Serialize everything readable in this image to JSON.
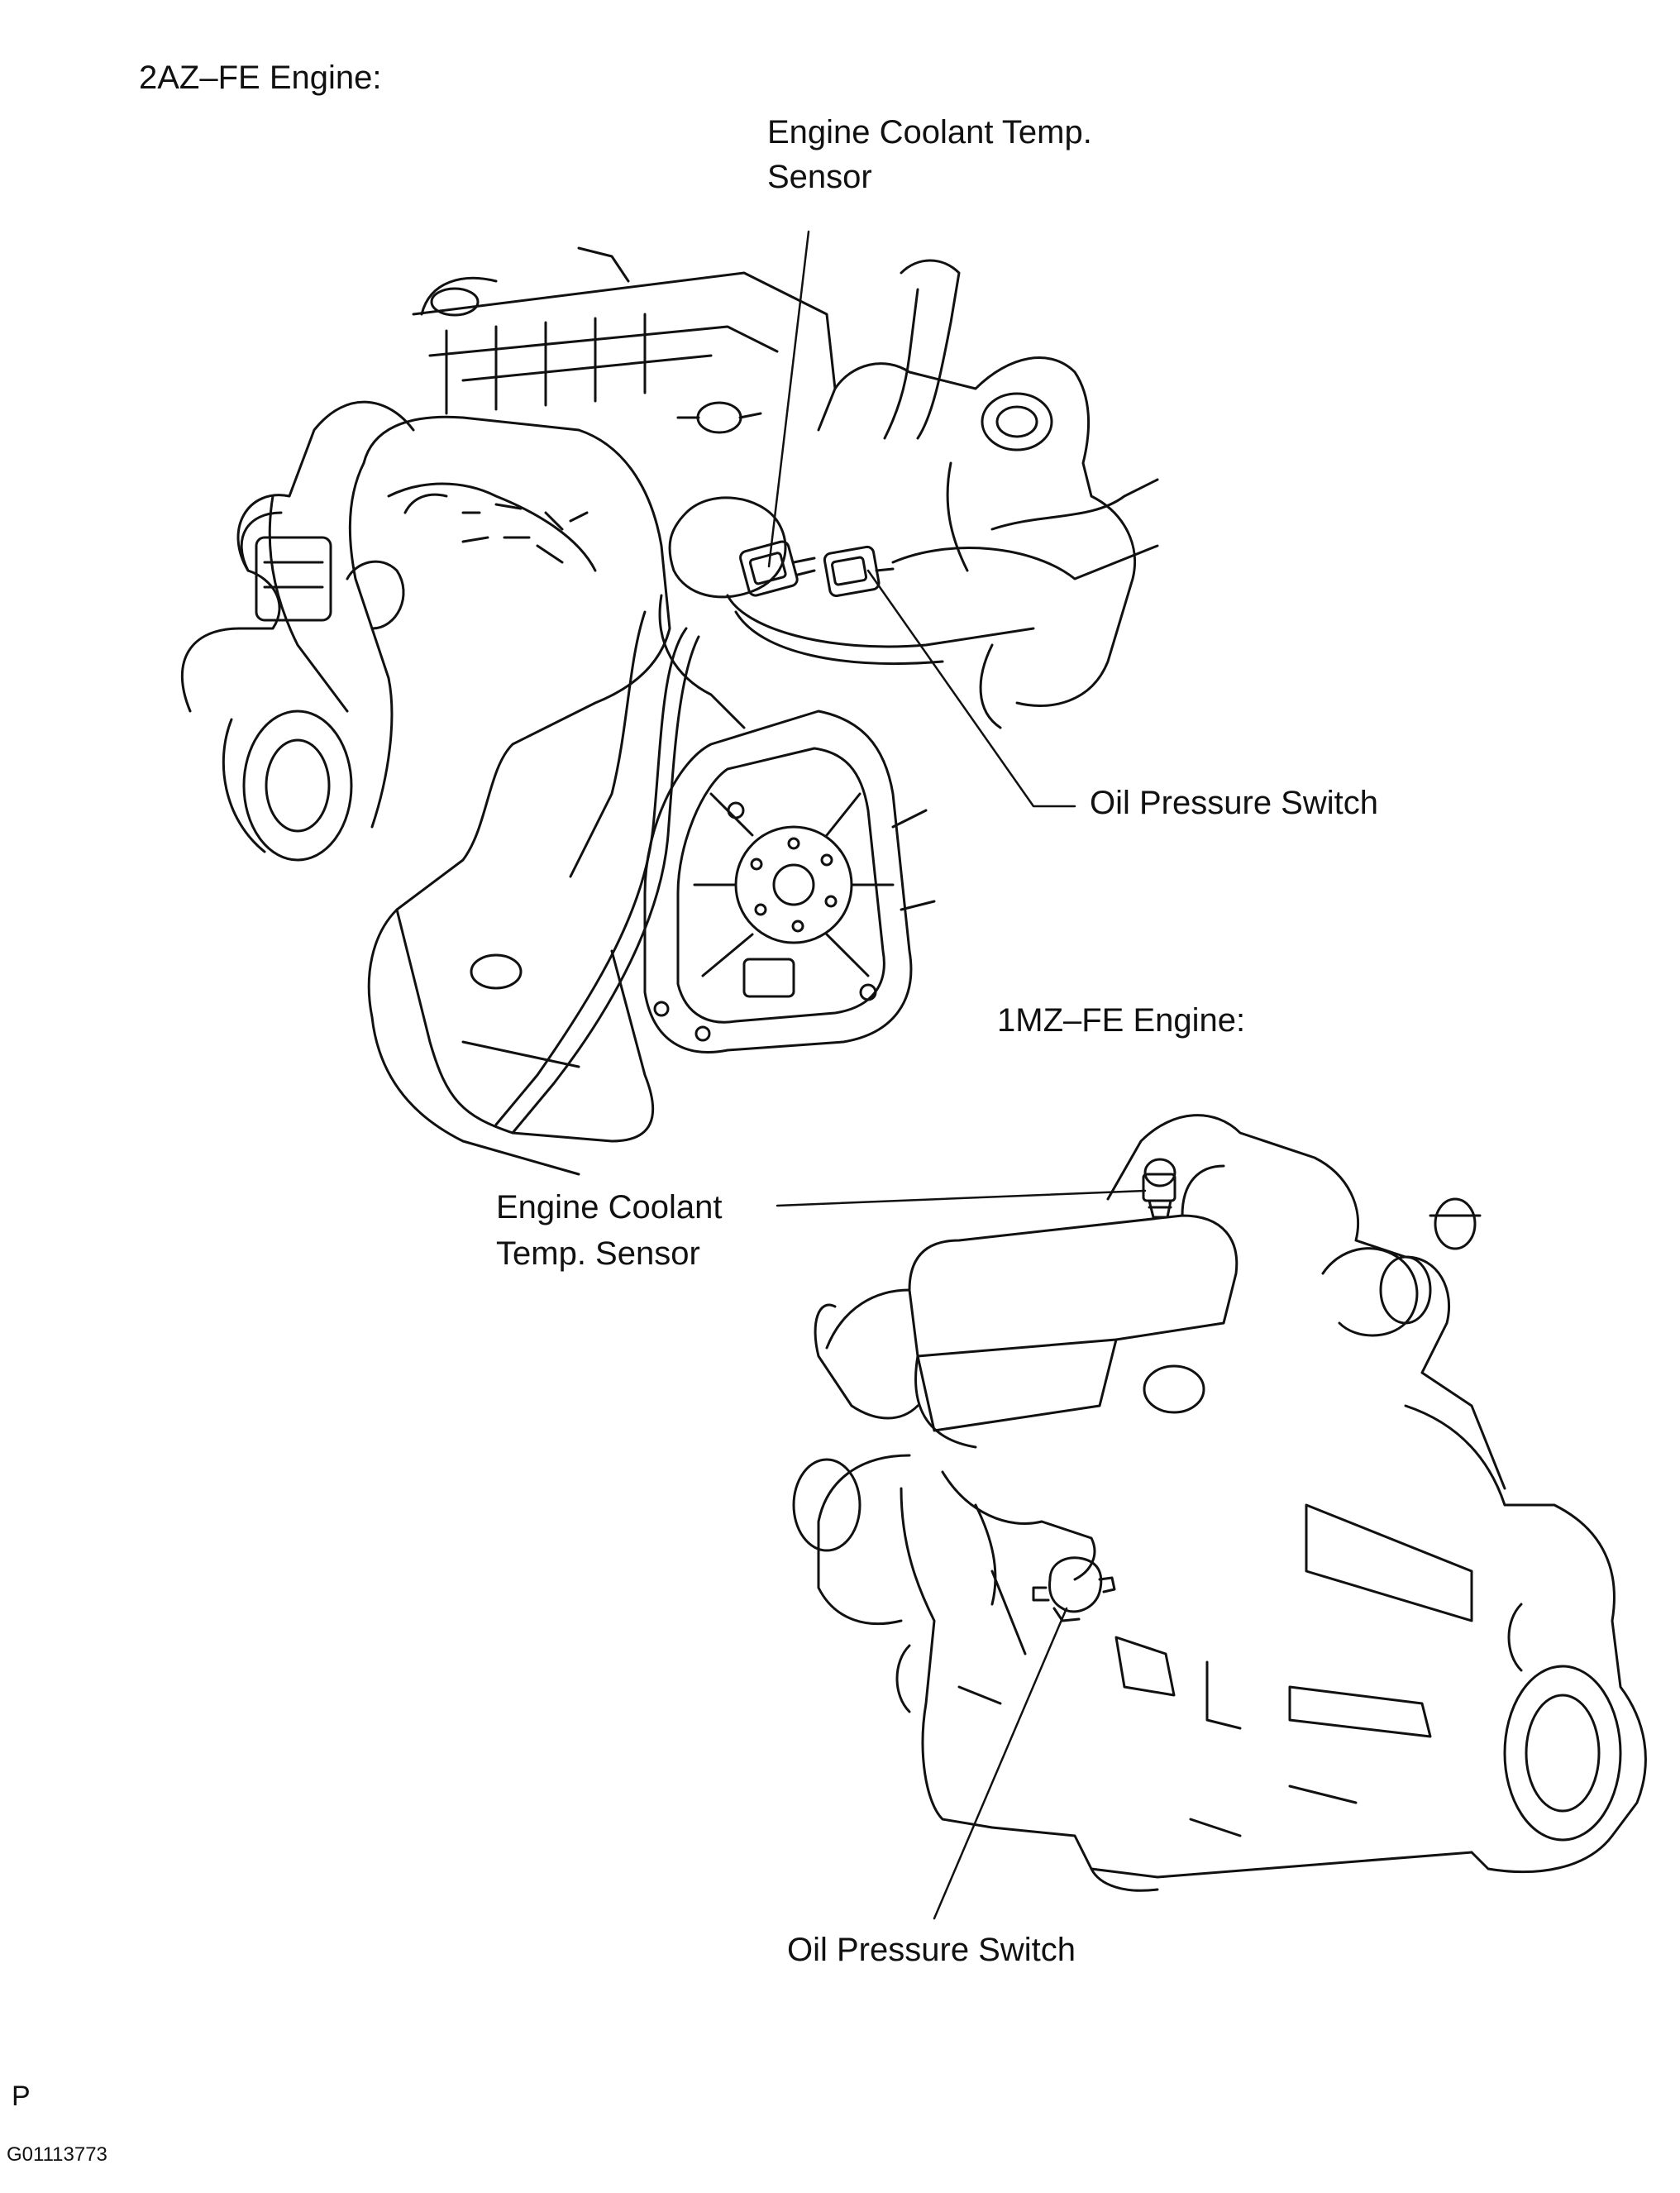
{
  "colors": {
    "ink": "#111111",
    "paper": "#ffffff"
  },
  "engine_2az": {
    "title": "2AZ–FE Engine:",
    "coolant_label_line1": "Engine Coolant Temp.",
    "coolant_label_line2": "Sensor",
    "oil_label": "Oil Pressure Switch"
  },
  "engine_1mz": {
    "title": "1MZ–FE Engine:",
    "coolant_label_line1": "Engine Coolant",
    "coolant_label_line2": "Temp. Sensor",
    "oil_label": "Oil Pressure Switch"
  },
  "footer": {
    "mark": "P",
    "figure_code": "G01113773"
  }
}
